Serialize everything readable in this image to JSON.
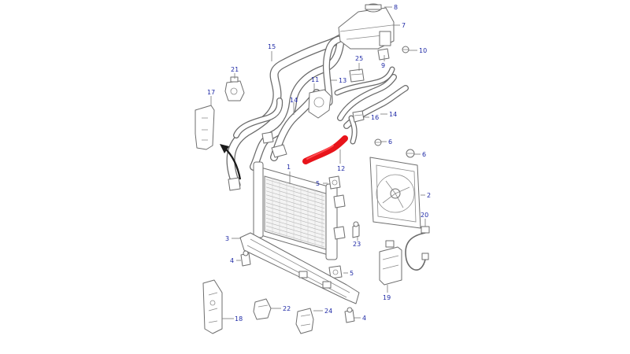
{
  "colors": {
    "callout_text": "#1f2aa6",
    "highlight_part": "#e8141b",
    "line_art": "#6e6e6e",
    "background": "#ffffff"
  },
  "callouts": {
    "p1": "1",
    "p2": "2",
    "p3": "3",
    "p4a": "4",
    "p4b": "4",
    "p5a": "5",
    "p5b": "5",
    "p6a": "6",
    "p6b": "6",
    "p7": "7",
    "p8": "8",
    "p9": "9",
    "p10": "10",
    "p11": "11",
    "p12": "12",
    "p13": "13",
    "p14a": "14",
    "p14b": "14",
    "p15": "15",
    "p16": "16",
    "p17": "17",
    "p18": "18",
    "p19": "19",
    "p20": "20",
    "p21": "21",
    "p22": "22",
    "p23": "23",
    "p24": "24",
    "p25": "25"
  },
  "highlighted_part": "12",
  "icons": {
    "direction_arrow": "curved-arrow-icon"
  }
}
